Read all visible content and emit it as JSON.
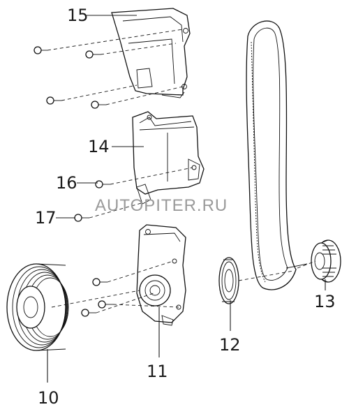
{
  "diagram": {
    "callouts": [
      {
        "id": "c15",
        "label": "15"
      },
      {
        "id": "c14",
        "label": "14"
      },
      {
        "id": "c16",
        "label": "16"
      },
      {
        "id": "c17",
        "label": "17"
      },
      {
        "id": "c10",
        "label": "10"
      },
      {
        "id": "c11",
        "label": "11"
      },
      {
        "id": "c12",
        "label": "12"
      },
      {
        "id": "c13",
        "label": "13"
      }
    ],
    "watermark": "AUTOPITER.RU"
  }
}
